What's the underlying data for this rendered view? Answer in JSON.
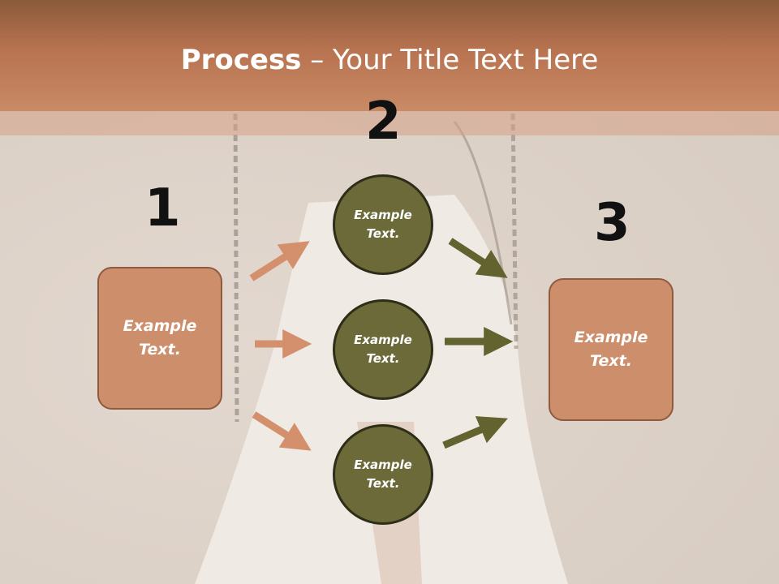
{
  "title": {
    "bold": "Process",
    "rest": " – Your Title Text Here"
  },
  "steps": [
    {
      "number": "1",
      "text_line1": "Example",
      "text_line2": "Text."
    },
    {
      "number": "2",
      "items": [
        {
          "text_line1": "Example",
          "text_line2": "Text."
        },
        {
          "text_line1": "Example",
          "text_line2": "Text."
        },
        {
          "text_line1": "Example",
          "text_line2": "Text."
        }
      ]
    },
    {
      "number": "3",
      "text_line1": "Example",
      "text_line2": "Text."
    }
  ],
  "colors": {
    "header": "#b87350",
    "box_fill": "#cd8e6c",
    "circle_fill": "#6b6a38",
    "arrow_orange": "#d4906c",
    "arrow_olive": "#62632f"
  }
}
